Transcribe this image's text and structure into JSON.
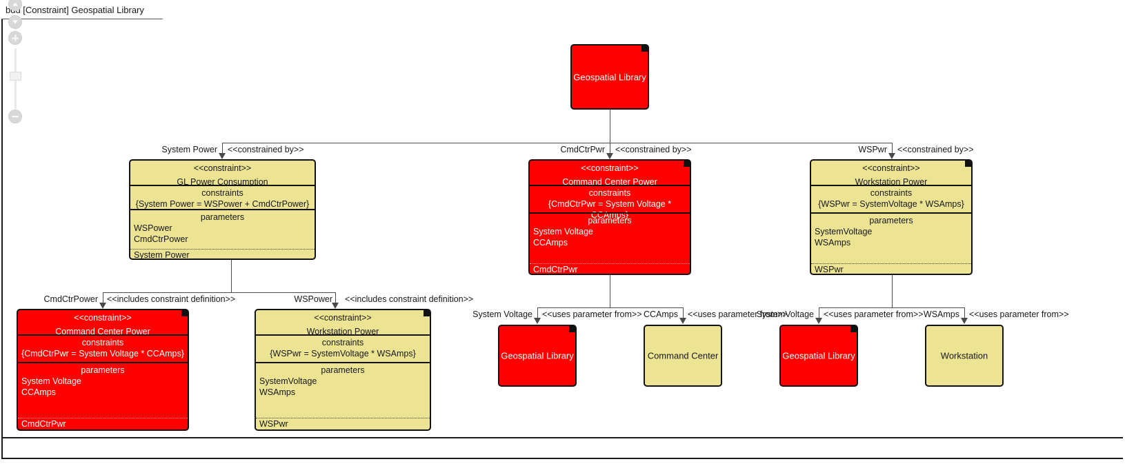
{
  "frame": {
    "tab_label": "bdd [Constraint] Geospatial Library"
  },
  "zoom_rail": {
    "scroll_up_icon": "triangle-up",
    "scroll_down_icon": "triangle-down",
    "zoom_in_icon": "plus",
    "zoom_out_icon": "minus"
  },
  "section_headers": {
    "constraints": "constraints",
    "parameters": "parameters"
  },
  "stereotypes": {
    "constraint": "<<constraint>>",
    "constrained_by": "<<constrained by>>",
    "includes_constraint_definition": "<<includes constraint definition>>",
    "uses_parameter_from": "<<uses parameter from>>"
  },
  "colors": {
    "red_fill": "#fe0000",
    "yellow_fill": "#ece492",
    "border": "#111111",
    "connector": "#4a4a4a",
    "red_text": "#ffffff",
    "dark_text": "#17171c"
  },
  "root_block": {
    "name": "Geospatial Library",
    "fill": "red"
  },
  "constraint_blocks": [
    {
      "id": "gl-power-consumption",
      "stereotype": "<<constraint>>",
      "name": "GL Power Consumption",
      "fill": "yellow",
      "constraints_header": "constraints",
      "constraints": [
        "{System Power = WSPower + CmdCtrPower}"
      ],
      "parameters_header": "parameters",
      "parameters": [
        "WSPower",
        "CmdCtrPower"
      ],
      "outputs": [
        "System Power"
      ]
    },
    {
      "id": "command-center-power-top",
      "stereotype": "<<constraint>>",
      "name": "Command Center Power",
      "fill": "red",
      "constraints_header": "constraints",
      "constraints": [
        "{CmdCtrPwr = System Voltage * CCAmps}"
      ],
      "parameters_header": "parameters",
      "parameters": [
        "System Voltage",
        "CCAmps"
      ],
      "outputs": [
        "CmdCtrPwr"
      ]
    },
    {
      "id": "workstation-power-top",
      "stereotype": "<<constraint>>",
      "name": "Workstation Power",
      "fill": "yellow",
      "constraints_header": "constraints",
      "constraints": [
        "{WSPwr = SystemVoltage * WSAmps}"
      ],
      "parameters_header": "parameters",
      "parameters": [
        "SystemVoltage",
        "WSAmps"
      ],
      "outputs": [
        "WSPwr"
      ]
    },
    {
      "id": "command-center-power-bottom",
      "stereotype": "<<constraint>>",
      "name": "Command Center Power",
      "fill": "red",
      "constraints_header": "constraints",
      "constraints": [
        "{CmdCtrPwr = System Voltage * CCAmps}"
      ],
      "parameters_header": "parameters",
      "parameters": [
        "System Voltage",
        "CCAmps"
      ],
      "outputs": [
        "CmdCtrPwr"
      ]
    },
    {
      "id": "workstation-power-bottom",
      "stereotype": "<<constraint>>",
      "name": "Workstation Power",
      "fill": "yellow",
      "constraints_header": "constraints",
      "constraints": [
        "{WSPwr = SystemVoltage * WSAmps}"
      ],
      "parameters_header": "parameters",
      "parameters": [
        "SystemVoltage",
        "WSAmps"
      ],
      "outputs": [
        "WSPwr"
      ]
    }
  ],
  "leaf_blocks": [
    {
      "id": "leaf-geospatial-library-1",
      "name": "Geospatial Library",
      "fill": "red"
    },
    {
      "id": "leaf-command-center",
      "name": "Command Center",
      "fill": "yellow"
    },
    {
      "id": "leaf-geospatial-library-2",
      "name": "Geospatial Library",
      "fill": "red"
    },
    {
      "id": "leaf-workstation",
      "name": "Workstation",
      "fill": "yellow"
    }
  ],
  "edges": [
    {
      "id": "edge-system-power",
      "role": "System Power",
      "stereotype": "<<constrained by>>"
    },
    {
      "id": "edge-cmdctrpwr",
      "role": "CmdCtrPwr",
      "stereotype": "<<constrained by>>"
    },
    {
      "id": "edge-wspwr",
      "role": "WSPwr",
      "stereotype": "<<constrained by>>"
    },
    {
      "id": "edge-cmdctrpower",
      "role": "CmdCtrPower",
      "stereotype": "<<includes constraint definition>>"
    },
    {
      "id": "edge-wspower",
      "role": "WSPower",
      "stereotype": "<<includes constraint definition>>"
    },
    {
      "id": "edge-system-voltage",
      "role": "System Voltage",
      "stereotype": "<<uses parameter from>>"
    },
    {
      "id": "edge-ccamps",
      "role": "CCAmps",
      "stereotype": "<<uses parameter from>>"
    },
    {
      "id": "edge-systemvoltage",
      "role": "SystemVoltage",
      "stereotype": "<<uses parameter from>>"
    },
    {
      "id": "edge-wsamps",
      "role": "WSAmps",
      "stereotype": "<<uses parameter from>>"
    }
  ]
}
